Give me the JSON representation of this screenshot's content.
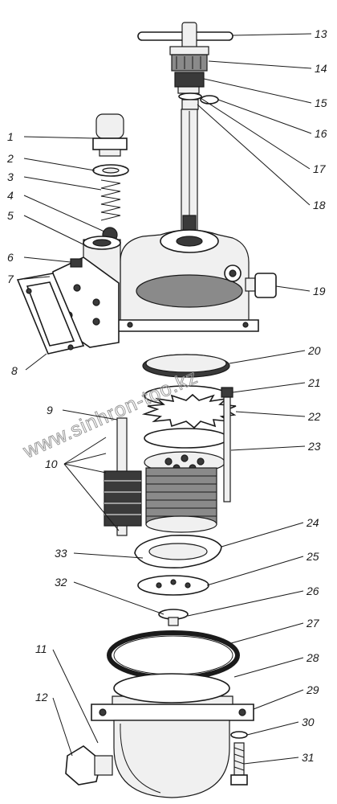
{
  "diagram": {
    "watermark": "www.sinhron-too.kz",
    "labels": [
      {
        "id": "1",
        "text": "1"
      },
      {
        "id": "2",
        "text": "2"
      },
      {
        "id": "3",
        "text": "3"
      },
      {
        "id": "4",
        "text": "4"
      },
      {
        "id": "5",
        "text": "5"
      },
      {
        "id": "6",
        "text": "6"
      },
      {
        "id": "7",
        "text": "7"
      },
      {
        "id": "8",
        "text": "8"
      },
      {
        "id": "9",
        "text": "9"
      },
      {
        "id": "10",
        "text": "10"
      },
      {
        "id": "11",
        "text": "11"
      },
      {
        "id": "12",
        "text": "12"
      },
      {
        "id": "13",
        "text": "13"
      },
      {
        "id": "14",
        "text": "14"
      },
      {
        "id": "15",
        "text": "15"
      },
      {
        "id": "16",
        "text": "16"
      },
      {
        "id": "17",
        "text": "17"
      },
      {
        "id": "18",
        "text": "18"
      },
      {
        "id": "19",
        "text": "19"
      },
      {
        "id": "20",
        "text": "20"
      },
      {
        "id": "21",
        "text": "21"
      },
      {
        "id": "22",
        "text": "22"
      },
      {
        "id": "23",
        "text": "23"
      },
      {
        "id": "24",
        "text": "24"
      },
      {
        "id": "25",
        "text": "25"
      },
      {
        "id": "26",
        "text": "26"
      },
      {
        "id": "27",
        "text": "27"
      },
      {
        "id": "28",
        "text": "28"
      },
      {
        "id": "29",
        "text": "29"
      },
      {
        "id": "30",
        "text": "30"
      },
      {
        "id": "31",
        "text": "31"
      },
      {
        "id": "32",
        "text": "32"
      },
      {
        "id": "33",
        "text": "33"
      }
    ]
  }
}
